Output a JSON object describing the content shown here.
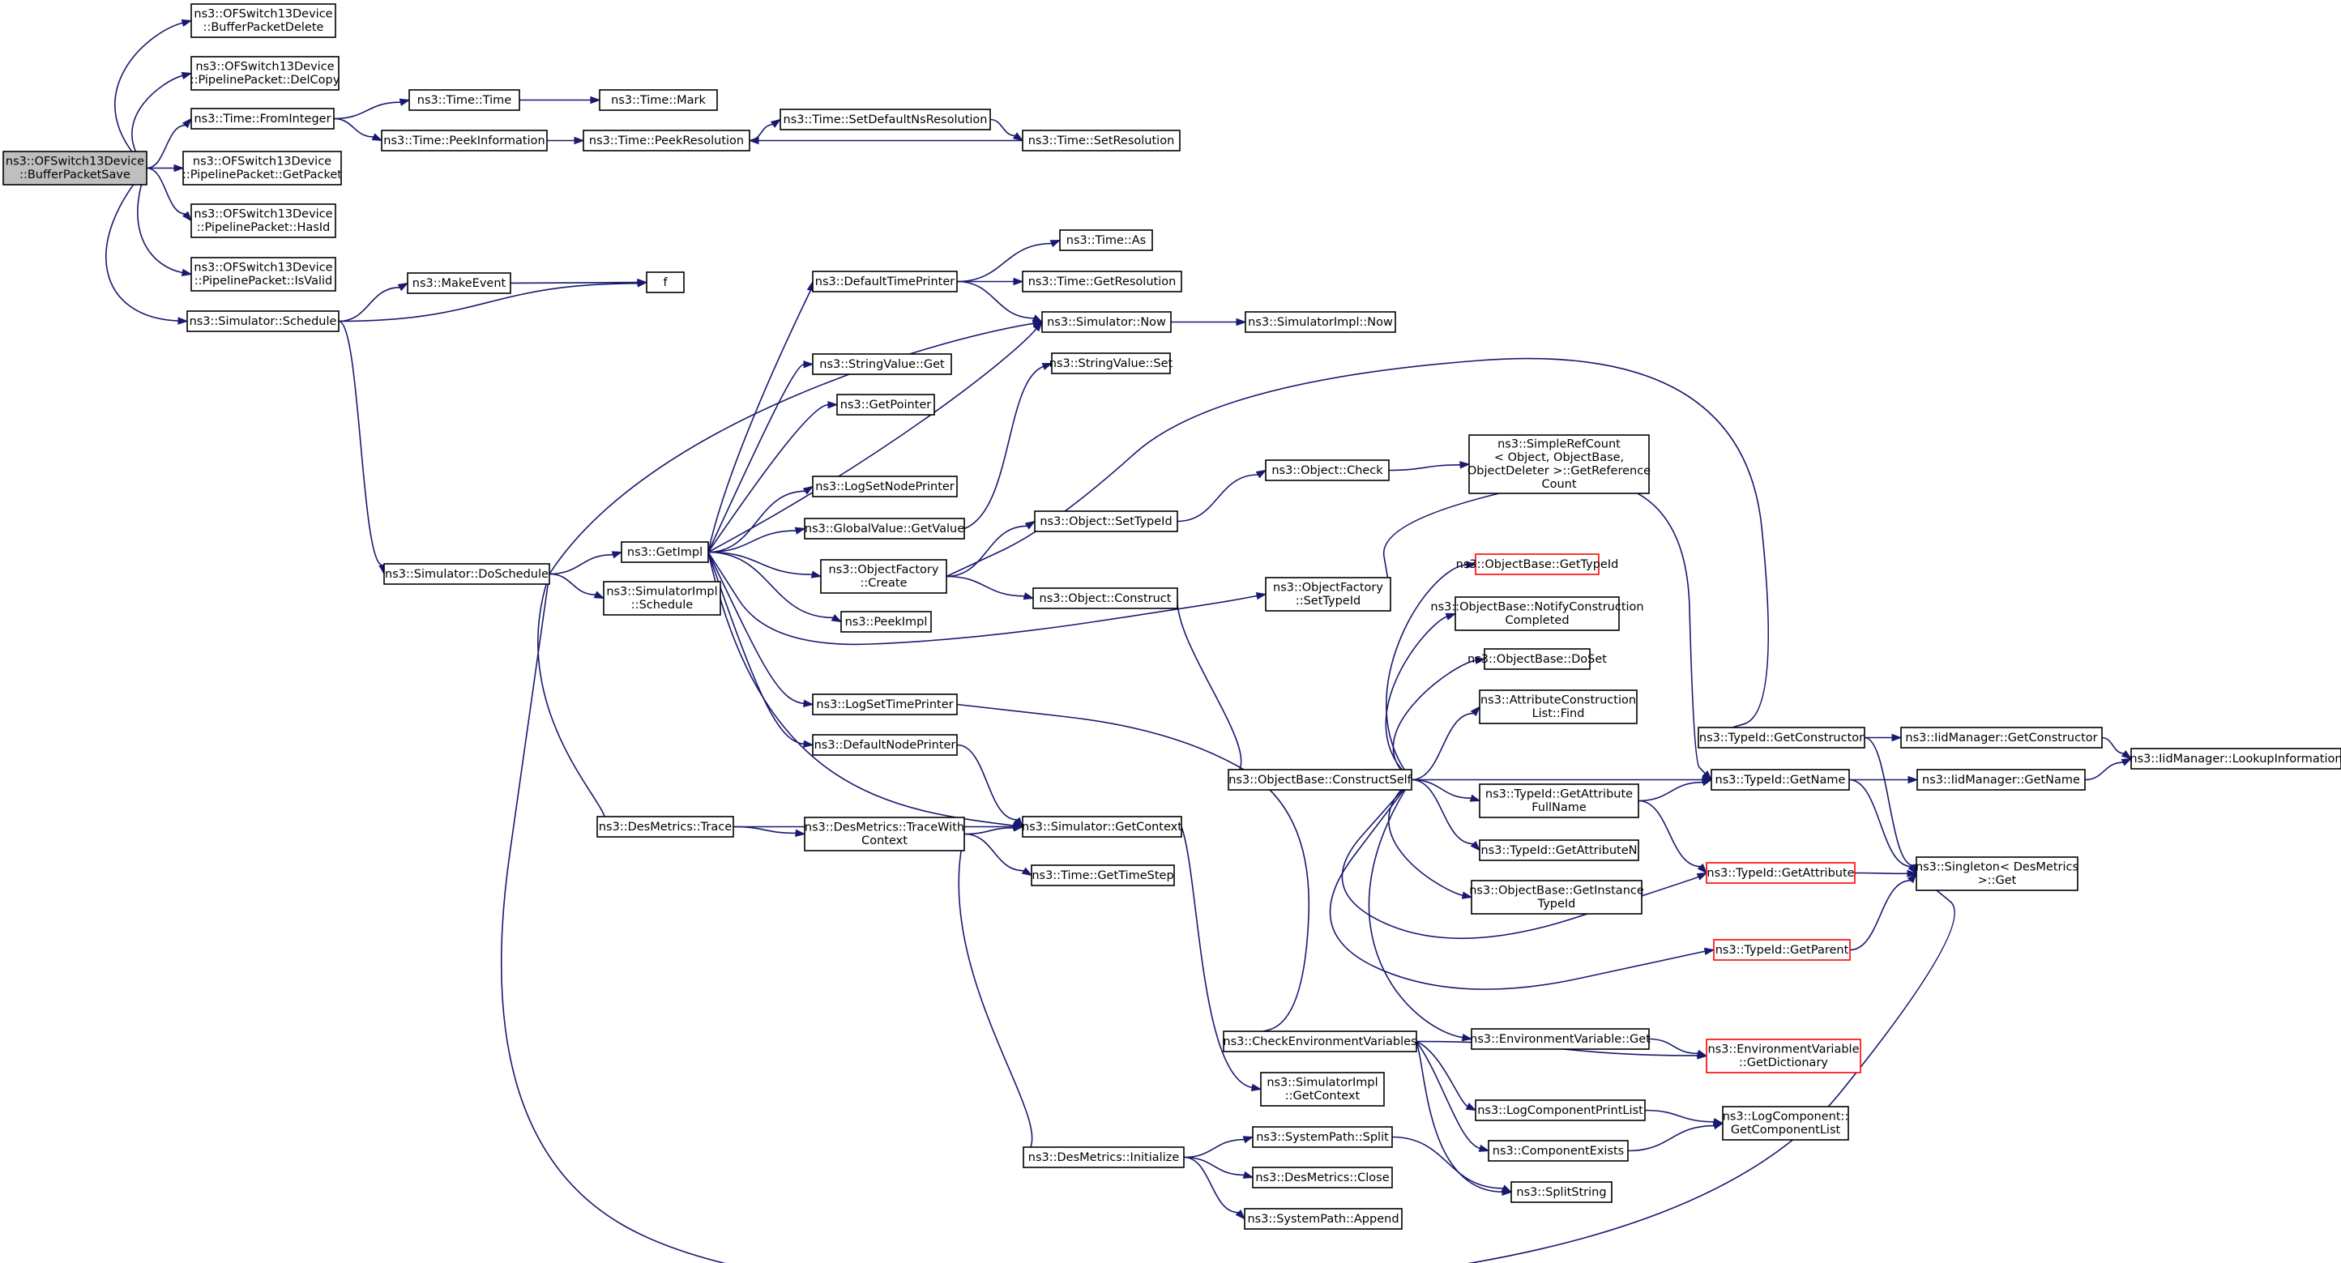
{
  "diagram": {
    "colors": {
      "edge": "#191970",
      "root_fill": "#bfbfbf",
      "red_border": "#ff0000"
    },
    "nodes": [
      {
        "id": "root",
        "lines": [
          "ns3::OFSwitch13Device",
          "::BufferPacketSave"
        ],
        "style": "root"
      },
      {
        "id": "bpdel",
        "lines": [
          "ns3::OFSwitch13Device",
          "::BufferPacketDelete"
        ]
      },
      {
        "id": "ppdelcopy",
        "lines": [
          "ns3::OFSwitch13Device",
          "::PipelinePacket::DelCopy"
        ]
      },
      {
        "id": "fromint",
        "lines": [
          "ns3::Time::FromInteger"
        ]
      },
      {
        "id": "ppgetpacket",
        "lines": [
          "ns3::OFSwitch13Device",
          "::PipelinePacket::GetPacket"
        ]
      },
      {
        "id": "pphasid",
        "lines": [
          "ns3::OFSwitch13Device",
          "::PipelinePacket::HasId"
        ]
      },
      {
        "id": "ppisvalid",
        "lines": [
          "ns3::OFSwitch13Device",
          "::PipelinePacket::IsValid"
        ]
      },
      {
        "id": "simsched",
        "lines": [
          "ns3::Simulator::Schedule"
        ]
      },
      {
        "id": "timetime",
        "lines": [
          "ns3::Time::Time"
        ]
      },
      {
        "id": "timemark",
        "lines": [
          "ns3::Time::Mark"
        ]
      },
      {
        "id": "peekinfo",
        "lines": [
          "ns3::Time::PeekInformation"
        ]
      },
      {
        "id": "peekres",
        "lines": [
          "ns3::Time::PeekResolution"
        ]
      },
      {
        "id": "setdefns",
        "lines": [
          "ns3::Time::SetDefaultNsResolution"
        ]
      },
      {
        "id": "setres",
        "lines": [
          "ns3::Time::SetResolution"
        ]
      },
      {
        "id": "makeevent",
        "lines": [
          "ns3::MakeEvent"
        ]
      },
      {
        "id": "f",
        "lines": [
          "f"
        ]
      },
      {
        "id": "doschedule",
        "lines": [
          "ns3::Simulator::DoSchedule"
        ]
      },
      {
        "id": "getimpl",
        "lines": [
          "ns3::GetImpl"
        ]
      },
      {
        "id": "simimplsched",
        "lines": [
          "ns3::SimulatorImpl",
          "::Schedule"
        ]
      },
      {
        "id": "desmtrace",
        "lines": [
          "ns3::DesMetrics::Trace"
        ]
      },
      {
        "id": "deftimeprinter",
        "lines": [
          "ns3::DefaultTimePrinter"
        ]
      },
      {
        "id": "stringget",
        "lines": [
          "ns3::StringValue::Get"
        ]
      },
      {
        "id": "getpointer",
        "lines": [
          "ns3::GetPointer"
        ]
      },
      {
        "id": "logsetnode",
        "lines": [
          "ns3::LogSetNodePrinter"
        ]
      },
      {
        "id": "gvgetvalue",
        "lines": [
          "ns3::GlobalValue::GetValue"
        ]
      },
      {
        "id": "ofcreate",
        "lines": [
          "ns3::ObjectFactory",
          "::Create"
        ]
      },
      {
        "id": "peekimpl",
        "lines": [
          "ns3::PeekImpl"
        ]
      },
      {
        "id": "logsettime",
        "lines": [
          "ns3::LogSetTimePrinter"
        ]
      },
      {
        "id": "defnodeprinter",
        "lines": [
          "ns3::DefaultNodePrinter"
        ]
      },
      {
        "id": "tracewithctx",
        "lines": [
          "ns3::DesMetrics::TraceWith",
          "Context"
        ]
      },
      {
        "id": "timeas",
        "lines": [
          "ns3::Time::As"
        ]
      },
      {
        "id": "timegetres",
        "lines": [
          "ns3::Time::GetResolution"
        ]
      },
      {
        "id": "simnow",
        "lines": [
          "ns3::Simulator::Now"
        ]
      },
      {
        "id": "simimplnow",
        "lines": [
          "ns3::SimulatorImpl::Now"
        ]
      },
      {
        "id": "stringset",
        "lines": [
          "ns3::StringValue::Set"
        ]
      },
      {
        "id": "objsettypeid",
        "lines": [
          "ns3::Object::SetTypeId"
        ]
      },
      {
        "id": "objconstruct",
        "lines": [
          "ns3::Object::Construct"
        ]
      },
      {
        "id": "objcheck",
        "lines": [
          "ns3::Object::Check"
        ]
      },
      {
        "id": "simplerefcount",
        "lines": [
          "ns3::SimpleRefCount",
          "< Object, ObjectBase,",
          " ObjectDeleter >::GetReference",
          "Count"
        ]
      },
      {
        "id": "ofsettypeid",
        "lines": [
          "ns3::ObjectFactory",
          "::SetTypeId"
        ]
      },
      {
        "id": "simgetctx",
        "lines": [
          "ns3::Simulator::GetContext"
        ]
      },
      {
        "id": "timegetstep",
        "lines": [
          "ns3::Time::GetTimeStep"
        ]
      },
      {
        "id": "constructself",
        "lines": [
          "ns3::ObjectBase::ConstructSelf"
        ]
      },
      {
        "id": "obgettypeid",
        "lines": [
          "ns3::ObjectBase::GetTypeId"
        ],
        "style": "red"
      },
      {
        "id": "notifyconstr",
        "lines": [
          "ns3::ObjectBase::NotifyConstruction",
          "Completed"
        ]
      },
      {
        "id": "obdoset",
        "lines": [
          "ns3::ObjectBase::DoSet"
        ]
      },
      {
        "id": "attrconstrfind",
        "lines": [
          "ns3::AttributeConstruction",
          "List::Find"
        ]
      },
      {
        "id": "getattrfull",
        "lines": [
          "ns3::TypeId::GetAttribute",
          "FullName"
        ]
      },
      {
        "id": "getattrn",
        "lines": [
          "ns3::TypeId::GetAttributeN"
        ]
      },
      {
        "id": "getinsttypeid",
        "lines": [
          "ns3::ObjectBase::GetInstance",
          "TypeId"
        ]
      },
      {
        "id": "tidgetconstructor",
        "lines": [
          "ns3::TypeId::GetConstructor"
        ]
      },
      {
        "id": "tidgetname",
        "lines": [
          "ns3::TypeId::GetName"
        ]
      },
      {
        "id": "tidgetattr",
        "lines": [
          "ns3::TypeId::GetAttribute"
        ],
        "style": "red"
      },
      {
        "id": "tidgetparent",
        "lines": [
          "ns3::TypeId::GetParent"
        ],
        "style": "red"
      },
      {
        "id": "iidgetconstructor",
        "lines": [
          "ns3::IidManager::GetConstructor"
        ]
      },
      {
        "id": "iidgetname",
        "lines": [
          "ns3::IidManager::GetName"
        ]
      },
      {
        "id": "iidlookup",
        "lines": [
          "ns3::IidManager::LookupInformation"
        ]
      },
      {
        "id": "singleton",
        "lines": [
          "ns3::Singleton< DesMetrics",
          ">::Get"
        ]
      },
      {
        "id": "checkenv",
        "lines": [
          "ns3::CheckEnvironmentVariables"
        ]
      },
      {
        "id": "simimplgetctx",
        "lines": [
          "ns3::SimulatorImpl",
          "::GetContext"
        ]
      },
      {
        "id": "envget",
        "lines": [
          "ns3::EnvironmentVariable::Get"
        ]
      },
      {
        "id": "envgetdict",
        "lines": [
          "ns3::EnvironmentVariable",
          "::GetDictionary"
        ],
        "style": "red"
      },
      {
        "id": "logcompprint",
        "lines": [
          "ns3::LogComponentPrintList"
        ]
      },
      {
        "id": "compexists",
        "lines": [
          "ns3::ComponentExists"
        ]
      },
      {
        "id": "logcompgetlist",
        "lines": [
          "ns3::LogComponent::",
          "GetComponentList"
        ]
      },
      {
        "id": "splitstring",
        "lines": [
          "ns3::SplitString"
        ]
      },
      {
        "id": "desminit",
        "lines": [
          "ns3::DesMetrics::Initialize"
        ]
      },
      {
        "id": "syspathsplit",
        "lines": [
          "ns3::SystemPath::Split"
        ]
      },
      {
        "id": "desmclose",
        "lines": [
          "ns3::DesMetrics::Close"
        ]
      },
      {
        "id": "syspathappend",
        "lines": [
          "ns3::SystemPath::Append"
        ]
      }
    ],
    "edges": [
      [
        "root",
        "bpdel"
      ],
      [
        "root",
        "ppdelcopy"
      ],
      [
        "root",
        "fromint"
      ],
      [
        "root",
        "ppgetpacket"
      ],
      [
        "root",
        "pphasid"
      ],
      [
        "root",
        "ppisvalid"
      ],
      [
        "root",
        "simsched"
      ],
      [
        "fromint",
        "timetime"
      ],
      [
        "fromint",
        "peekinfo"
      ],
      [
        "timetime",
        "timemark"
      ],
      [
        "peekinfo",
        "peekres"
      ],
      [
        "peekres",
        "setdefns"
      ],
      [
        "setdefns",
        "setres"
      ],
      [
        "setres",
        "peekres"
      ],
      [
        "simsched",
        "makeevent"
      ],
      [
        "simsched",
        "f"
      ],
      [
        "makeevent",
        "f"
      ],
      [
        "simsched",
        "doschedule"
      ],
      [
        "doschedule",
        "getimpl"
      ],
      [
        "doschedule",
        "simimplsched"
      ],
      [
        "doschedule",
        "simnow"
      ],
      [
        "doschedule",
        "desmtrace"
      ],
      [
        "doschedule",
        "singleton"
      ],
      [
        "getimpl",
        "deftimeprinter"
      ],
      [
        "getimpl",
        "stringget"
      ],
      [
        "getimpl",
        "getpointer"
      ],
      [
        "getimpl",
        "logsetnode"
      ],
      [
        "getimpl",
        "gvgetvalue"
      ],
      [
        "getimpl",
        "ofcreate"
      ],
      [
        "getimpl",
        "peekimpl"
      ],
      [
        "getimpl",
        "logsettime"
      ],
      [
        "getimpl",
        "defnodeprinter"
      ],
      [
        "getimpl",
        "simnow"
      ],
      [
        "getimpl",
        "ofsettypeid"
      ],
      [
        "getimpl",
        "simgetctx"
      ],
      [
        "deftimeprinter",
        "timeas"
      ],
      [
        "deftimeprinter",
        "timegetres"
      ],
      [
        "deftimeprinter",
        "simnow"
      ],
      [
        "simnow",
        "simimplnow"
      ],
      [
        "gvgetvalue",
        "stringset"
      ],
      [
        "ofcreate",
        "objsettypeid"
      ],
      [
        "ofcreate",
        "objconstruct"
      ],
      [
        "ofcreate",
        "tidgetconstructor"
      ],
      [
        "objsettypeid",
        "objcheck"
      ],
      [
        "objcheck",
        "simplerefcount"
      ],
      [
        "objconstruct",
        "constructself"
      ],
      [
        "ofsettypeid",
        "tidgetname"
      ],
      [
        "logsettime",
        "checkenv"
      ],
      [
        "defnodeprinter",
        "simgetctx"
      ],
      [
        "desmtrace",
        "simgetctx"
      ],
      [
        "desmtrace",
        "tracewithctx"
      ],
      [
        "tracewithctx",
        "simgetctx"
      ],
      [
        "tracewithctx",
        "timegetstep"
      ],
      [
        "tracewithctx",
        "desminit"
      ],
      [
        "simgetctx",
        "simimplgetctx"
      ],
      [
        "constructself",
        "obgettypeid"
      ],
      [
        "constructself",
        "notifyconstr"
      ],
      [
        "constructself",
        "obdoset"
      ],
      [
        "constructself",
        "attrconstrfind"
      ],
      [
        "constructself",
        "tidgetname"
      ],
      [
        "constructself",
        "getattrfull"
      ],
      [
        "constructself",
        "getattrn"
      ],
      [
        "constructself",
        "getinsttypeid"
      ],
      [
        "constructself",
        "tidgetattr"
      ],
      [
        "constructself",
        "tidgetparent"
      ],
      [
        "constructself",
        "envget"
      ],
      [
        "getattrfull",
        "tidgetname"
      ],
      [
        "getattrfull",
        "tidgetattr"
      ],
      [
        "tidgetconstructor",
        "iidgetconstructor"
      ],
      [
        "tidgetconstructor",
        "singleton"
      ],
      [
        "tidgetname",
        "iidgetname"
      ],
      [
        "tidgetname",
        "singleton"
      ],
      [
        "tidgetattr",
        "singleton"
      ],
      [
        "tidgetparent",
        "singleton"
      ],
      [
        "iidgetconstructor",
        "iidlookup"
      ],
      [
        "iidgetname",
        "iidlookup"
      ],
      [
        "checkenv",
        "envgetdict"
      ],
      [
        "checkenv",
        "logcompprint"
      ],
      [
        "checkenv",
        "compexists"
      ],
      [
        "checkenv",
        "splitstring"
      ],
      [
        "envget",
        "envgetdict"
      ],
      [
        "logcompprint",
        "logcompgetlist"
      ],
      [
        "compexists",
        "logcompgetlist"
      ],
      [
        "desminit",
        "syspathsplit"
      ],
      [
        "desminit",
        "desmclose"
      ],
      [
        "desminit",
        "syspathappend"
      ],
      [
        "syspathsplit",
        "splitstring"
      ]
    ]
  }
}
